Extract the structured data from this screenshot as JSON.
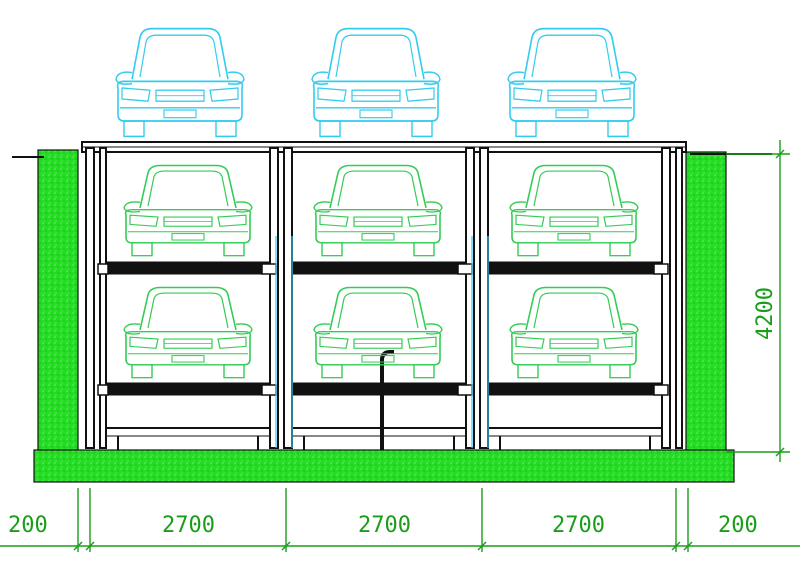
{
  "colors": {
    "background": "#ffffff",
    "concrete": "#22dd22",
    "concrete_speckle": "#7fe87f",
    "steel": "#111111",
    "car_lower": "#33cc55",
    "car_top": "#33ccee",
    "dimension": "#1a9e1a"
  },
  "dimensions": {
    "left_wall": "200",
    "bays": [
      "2700",
      "2700",
      "2700"
    ],
    "right_wall": "200",
    "pit_depth": "4200"
  },
  "bays": [
    {
      "id": 1,
      "cars": [
        "top",
        "upper",
        "lower"
      ]
    },
    {
      "id": 2,
      "cars": [
        "top",
        "upper",
        "lower"
      ]
    },
    {
      "id": 3,
      "cars": [
        "top",
        "upper",
        "lower"
      ]
    }
  ],
  "icons": {
    "car": "car-front-view-icon"
  }
}
